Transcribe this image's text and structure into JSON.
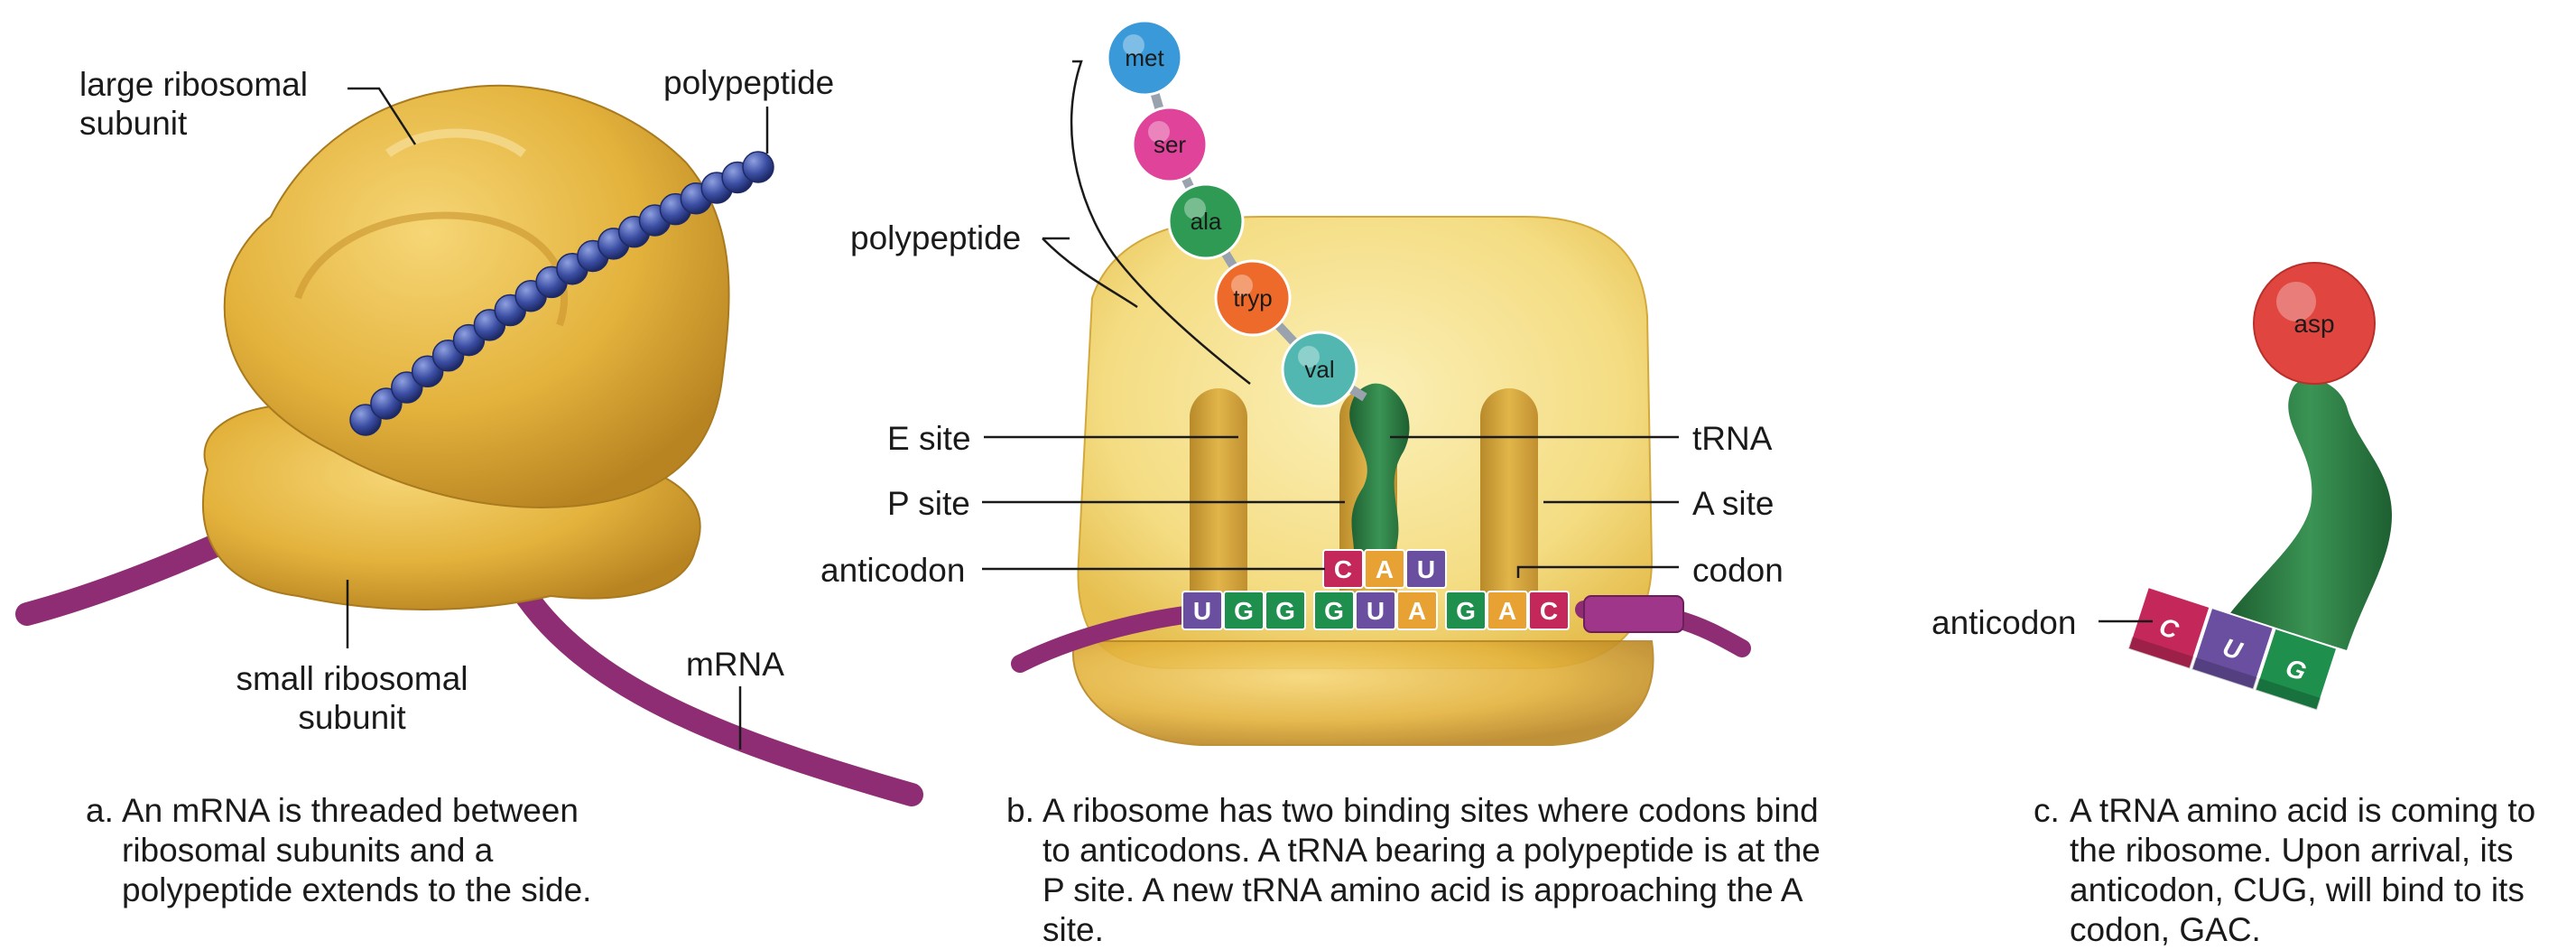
{
  "panel_a": {
    "labels": {
      "large_subunit": "large ribosomal\nsubunit",
      "polypeptide": "polypeptide",
      "small_subunit": "small ribosomal\nsubunit",
      "mrna": "mRNA"
    },
    "caption_prefix": "a.",
    "caption": "An mRNA is threaded between ribosomal subunits and a polypeptide extends to the side."
  },
  "panel_b": {
    "labels": {
      "polypeptide": "polypeptide",
      "e_site": "E site",
      "p_site": "P site",
      "anticodon": "anticodon",
      "trna": "tRNA",
      "a_site": "A site",
      "codon": "codon"
    },
    "amino_acids": [
      "met",
      "ser",
      "ala",
      "tryp",
      "val"
    ],
    "anticodon_bases": [
      "C",
      "A",
      "U"
    ],
    "mrna_bases": [
      "U",
      "G",
      "G",
      "G",
      "U",
      "A",
      "G",
      "A",
      "C"
    ],
    "caption_prefix": "b.",
    "caption": "A ribosome has two binding sites where codons bind to anticodons. A tRNA bearing a polypeptide is at the P site. A new tRNA amino acid is approaching the A site."
  },
  "panel_c": {
    "amino_acid": "asp",
    "labels": {
      "anticodon": "anticodon"
    },
    "anticodon_bases": [
      "C",
      "U",
      "G"
    ],
    "caption_prefix": "c.",
    "caption": "A tRNA amino acid is coming to the ribosome. Upon arrival, its anticodon, CUG, will bind to its codon, GAC."
  },
  "colors": {
    "ribosome_gold": "#e3b23c",
    "ribosome_light": "#f6df8a",
    "mrna_purple": "#8e2d74",
    "trna_green": "#2f7d45",
    "polypeptide_bead_blue": "#3b4ea3",
    "base_U": "#6a4fa0",
    "base_G": "#1f8f4e",
    "base_A": "#e8a233",
    "base_C": "#c4285a",
    "aa_met": "#3a9ad9",
    "aa_ser": "#e0439a",
    "aa_ala": "#2e9a54",
    "aa_tryp": "#ee6a2a",
    "aa_val": "#52b7b0",
    "aa_asp": "#e0463f"
  }
}
